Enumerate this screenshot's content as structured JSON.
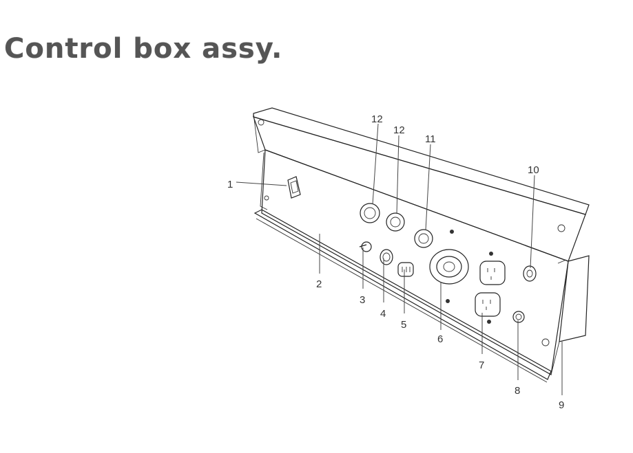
{
  "title": "Control box assy.",
  "callouts": [
    "1",
    "2",
    "3",
    "4",
    "5",
    "6",
    "7",
    "8",
    "9",
    "10",
    "11",
    "12",
    "12"
  ]
}
